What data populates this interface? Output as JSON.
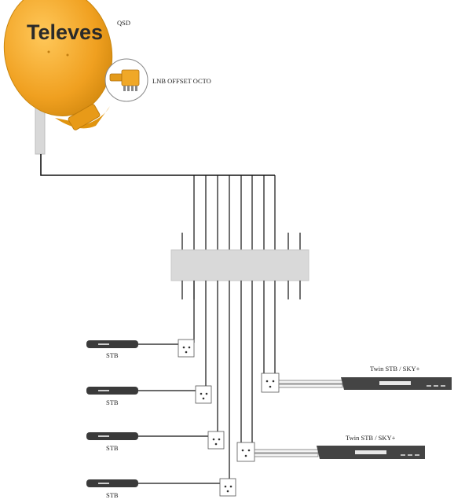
{
  "title": "QSD",
  "dish": {
    "brand": "Televes",
    "color": "#f0a020"
  },
  "lnb": {
    "label": "LNB OFFSET OCTO",
    "color": "#e39a1b"
  },
  "left_outlets": [
    {
      "label": "STB"
    },
    {
      "label": "STB"
    },
    {
      "label": "STB"
    },
    {
      "label": "STB"
    }
  ],
  "right_outlets": [
    {
      "label": "Twin STB / SKY+"
    },
    {
      "label": "Twin STB / SKY+"
    }
  ],
  "colors": {
    "multiswitch": "#d9d9d9",
    "wire": "#111111",
    "stb": "#3a3a3a",
    "cable_fill": "#f4f4f4"
  }
}
